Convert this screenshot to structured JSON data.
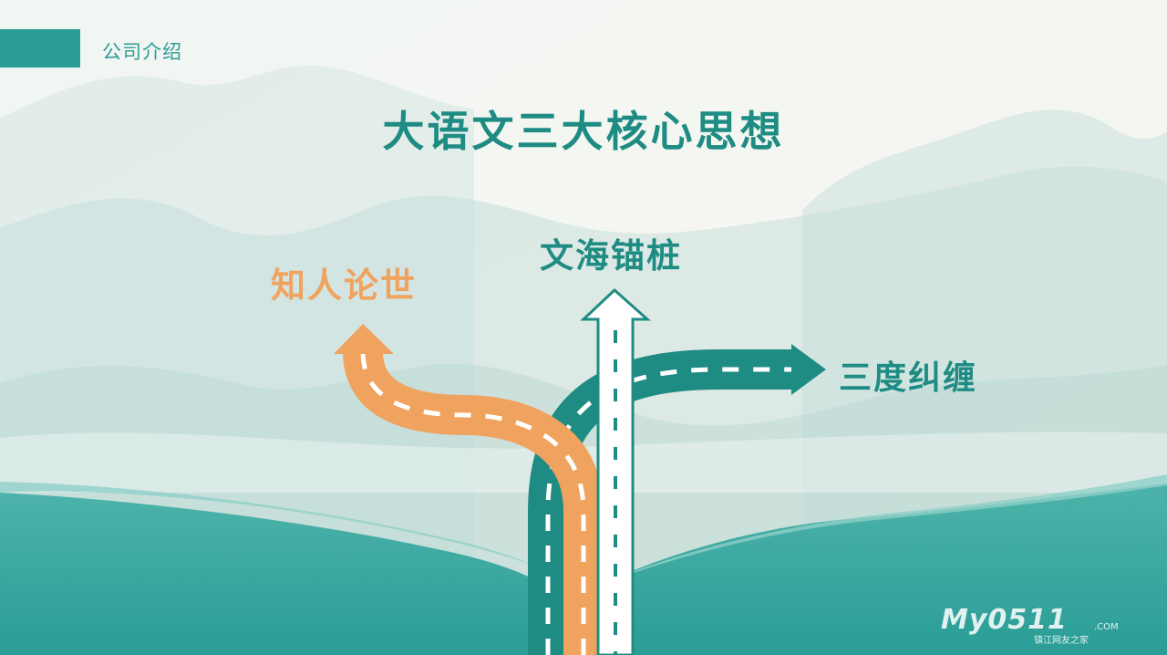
{
  "header": {
    "section_label": "公司介绍"
  },
  "title": "大语文三大核心思想",
  "roads": {
    "left_label": "知人论世",
    "center_label": "文海锚桩",
    "right_label": "三度纠缠"
  },
  "watermark": {
    "brand": "My0511",
    "domain": ".COM",
    "subtitle": "镇江网友之家"
  },
  "colors": {
    "teal": "#2a9d96",
    "orange": "#f0a35e",
    "dark_teal": "#1f8c83"
  }
}
